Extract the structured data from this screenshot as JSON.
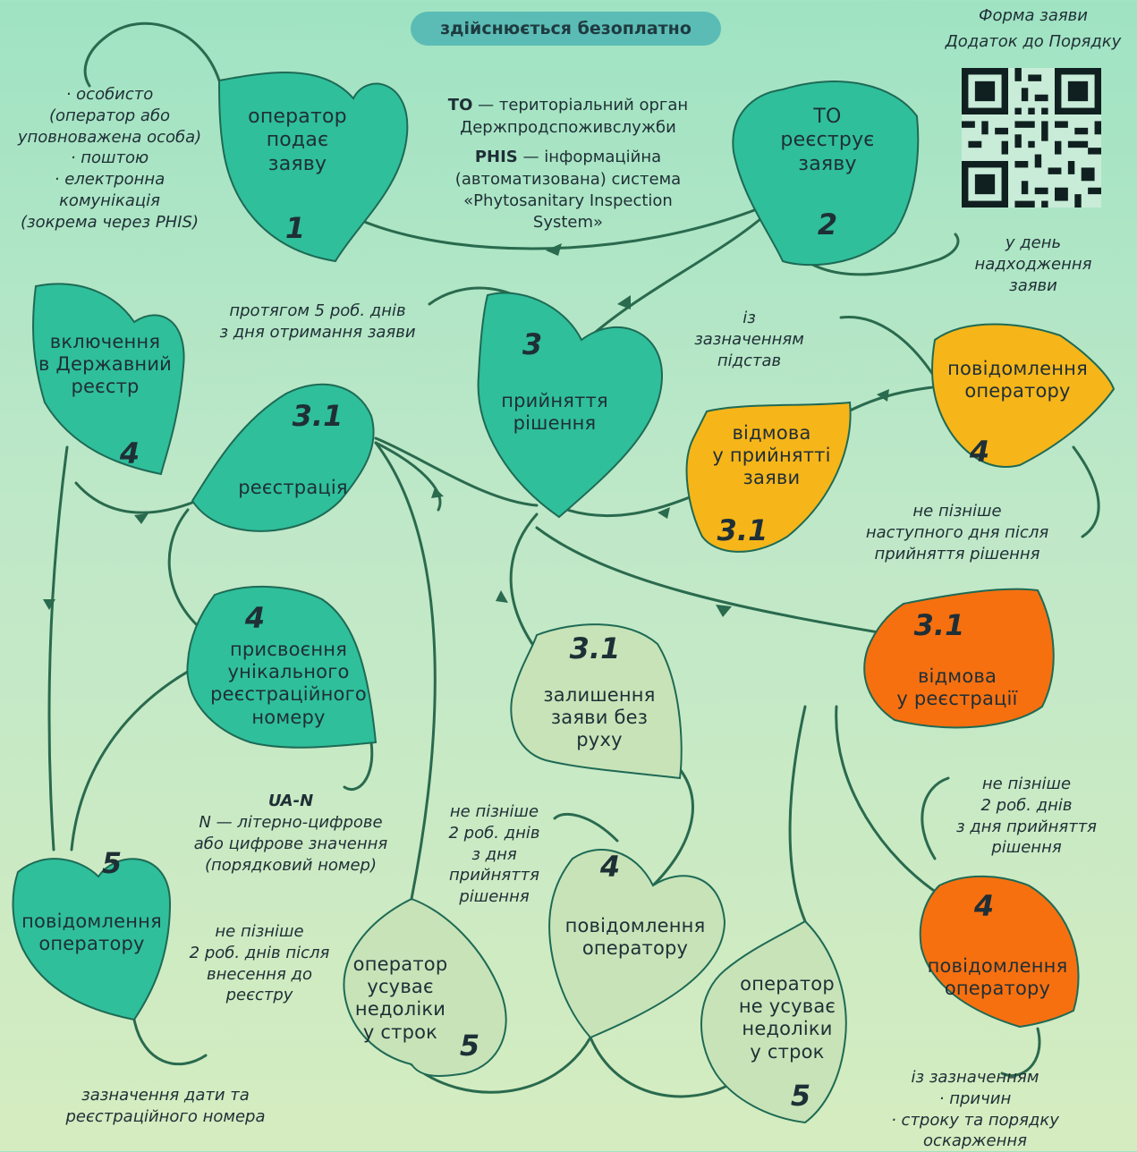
{
  "banner": "здійснюється безоплатно",
  "links": {
    "form": "Форма заяви",
    "appendix": "Додаток до Порядку"
  },
  "abbreviations": {
    "to_term": "ТО",
    "to_def": "— територіальний орган\nДержпродспоживслужби",
    "phis_term": "PHIS",
    "phis_def": "— інформаційна\n(автоматизована) система\n«Phytosanitary Inspection\nSystem»"
  },
  "submission_methods": "· особисто\n(оператор або\nуповноважена особа)\n· поштою\n· електронна\nкомунікація\n(зокрема через PHIS)",
  "notes": {
    "receipt_day": "у день\nнадходження\nзаяви",
    "within_5_days": "протягом 5 роб. днів\nз дня отримання заяви",
    "with_grounds": "із\nзазначенням\nпідстав",
    "next_day": "не пізніше\nнаступного дня після\nприйняття рішення",
    "id_format_title": "UA-N",
    "id_format_desc": "N — літерно-цифрове\nабо цифрове значення\n(порядковий номер)",
    "two_days_decision_a": "не пізніше\n2 роб. днів\nз дня\nприйняття\nрішення",
    "two_days_decision_b": "не пізніше\n2 роб. днів\nз дня прийняття\nрішення",
    "two_days_registry": "не пізніше\n2 роб. днів після\nвнесення до\nреєстру",
    "date_and_number": "зазначення дати та\nреєстраційного номера",
    "with_reasons": "із зазначенням\n· причин\n· строку та порядку\nоскарження"
  },
  "steps": [
    {
      "id": "submit",
      "label": "оператор\nподає\nзаяву",
      "num": "1"
    },
    {
      "id": "register",
      "label": "ТО\nреєструє\nзаяву",
      "num": "2"
    },
    {
      "id": "decision",
      "label": "прийняття\nрішення",
      "num": "3"
    },
    {
      "id": "include",
      "label": "включення\nв Державний\nреєстр",
      "num": "4"
    },
    {
      "id": "registration",
      "label": "реєстрація",
      "num": "3.1"
    },
    {
      "id": "refuse_accept",
      "label": "відмова\nу прийнятті\nзаяви",
      "num": "3.1"
    },
    {
      "id": "notify_refusal_accept",
      "label": "повідомлення\nоператору",
      "num": "4"
    },
    {
      "id": "assign_number",
      "label": "присвоєння\nунікального\nреєстраційного\nномеру",
      "num": "4"
    },
    {
      "id": "leave_without_action",
      "label": "залишення\nзаяви без\nруху",
      "num": "3.1"
    },
    {
      "id": "refuse_registration",
      "label": "відмова\nу реєстрації",
      "num": "3.1"
    },
    {
      "id": "notify_registered",
      "label": "повідомлення\nоператору",
      "num": "5"
    },
    {
      "id": "notify_no_action",
      "label": "повідомлення\nоператору",
      "num": "4"
    },
    {
      "id": "notify_refused_reg",
      "label": "повідомлення\nоператору",
      "num": "4"
    },
    {
      "id": "fixes_in_time",
      "label": "оператор\nусуває\nнедоліки\nу строк",
      "num": "5"
    },
    {
      "id": "not_fixes",
      "label": "оператор\nне усуває\nнедоліки\nу строк",
      "num": "5"
    }
  ],
  "colors": {
    "teal": "#2fbf9b",
    "amber": "#f6b519",
    "orange": "#f77010",
    "pale": "#c8e3b8",
    "vine": "#2a6a4e"
  }
}
